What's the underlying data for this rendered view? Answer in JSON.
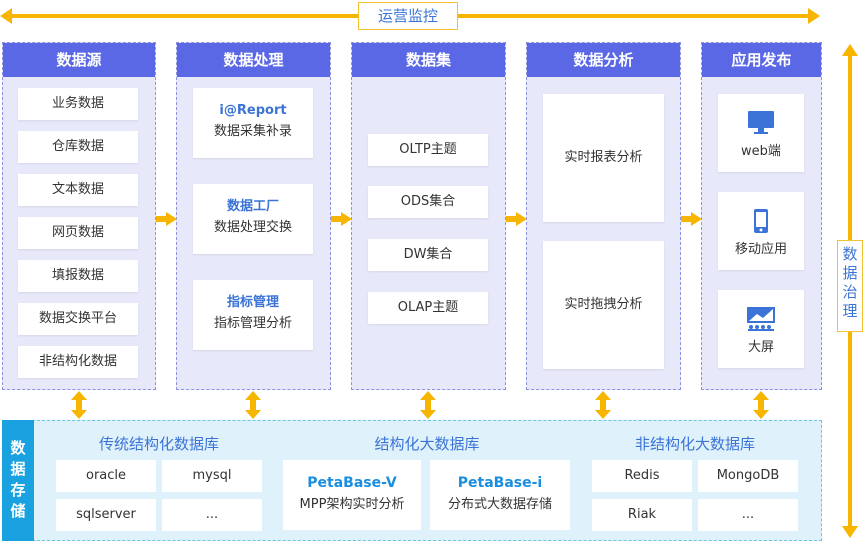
{
  "top_label": "运营监控",
  "side_label": [
    "数",
    "据",
    "治",
    "理"
  ],
  "columns": {
    "sources": {
      "title": "数据源",
      "items": [
        "业务数据",
        "仓库数据",
        "文本数据",
        "网页数据",
        "填报数据",
        "数据交换平台",
        "非结构化数据"
      ]
    },
    "processing": {
      "title": "数据处理",
      "items": [
        {
          "title": "i@Report",
          "sub": "数据采集补录"
        },
        {
          "title": "数据工厂",
          "sub": "数据处理交换"
        },
        {
          "title": "指标管理",
          "sub": "指标管理分析"
        }
      ]
    },
    "datasets": {
      "title": "数据集",
      "items": [
        "OLTP主题",
        "ODS集合",
        "DW集合",
        "OLAP主题"
      ]
    },
    "analysis": {
      "title": "数据分析",
      "items": [
        "实时报表分析",
        "实时拖拽分析"
      ]
    },
    "publish": {
      "title": "应用发布",
      "items": [
        {
          "icon": "monitor-icon",
          "label": "web端"
        },
        {
          "icon": "mobile-phone-icon",
          "label": "移动应用"
        },
        {
          "icon": "big-screen-icon",
          "label": "大屏"
        }
      ]
    }
  },
  "storage": {
    "side": [
      "数",
      "据",
      "存",
      "储"
    ],
    "groups": {
      "traditional": {
        "title": "传统结构化数据库",
        "items": [
          "oracle",
          "mysql",
          "sqlserver",
          "..."
        ]
      },
      "big": {
        "title": "结构化大数据库",
        "items": [
          {
            "title": "PetaBase-V",
            "sub": "MPP架构实时分析"
          },
          {
            "title": "PetaBase-i",
            "sub": "分布式大数据存储"
          }
        ]
      },
      "unstructured": {
        "title": "非结构化大数据库",
        "items": [
          "Redis",
          "MongoDB",
          "Riak",
          "..."
        ]
      }
    }
  },
  "colors": {
    "primary": "#5a68e6",
    "accent": "#f7b500",
    "storage": "#1aa2e0",
    "link": "#3b74d6"
  }
}
